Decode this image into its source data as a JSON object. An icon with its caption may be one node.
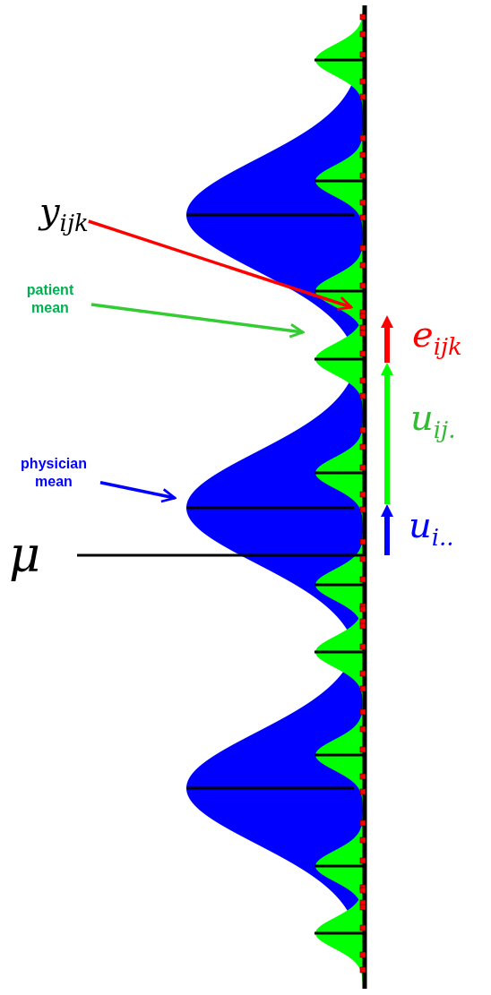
{
  "diagram": {
    "nodes": [
      {
        "text": [
          "y$_{ijk}$"
        ]
      },
      {
        "text": [
          "patient mean"
        ]
      },
      {
        "text": [
          "physician mean"
        ]
      }
    ],
    "edges": [
      {
        "from": 0,
        "to": null,
        "arrow": "to",
        "color": "#ff0000"
      },
      {
        "from": 1,
        "to": null,
        "arrow": "to",
        "color": "#33cc33"
      },
      {
        "from": 2,
        "to": null,
        "arrow": "to",
        "color": "#0000ff"
      }
    ],
    "labels": [
      "e$_{ijk}$",
      "u$_{ij.}$",
      "u$_{i..}$",
      "μ"
    ]
  }
}
